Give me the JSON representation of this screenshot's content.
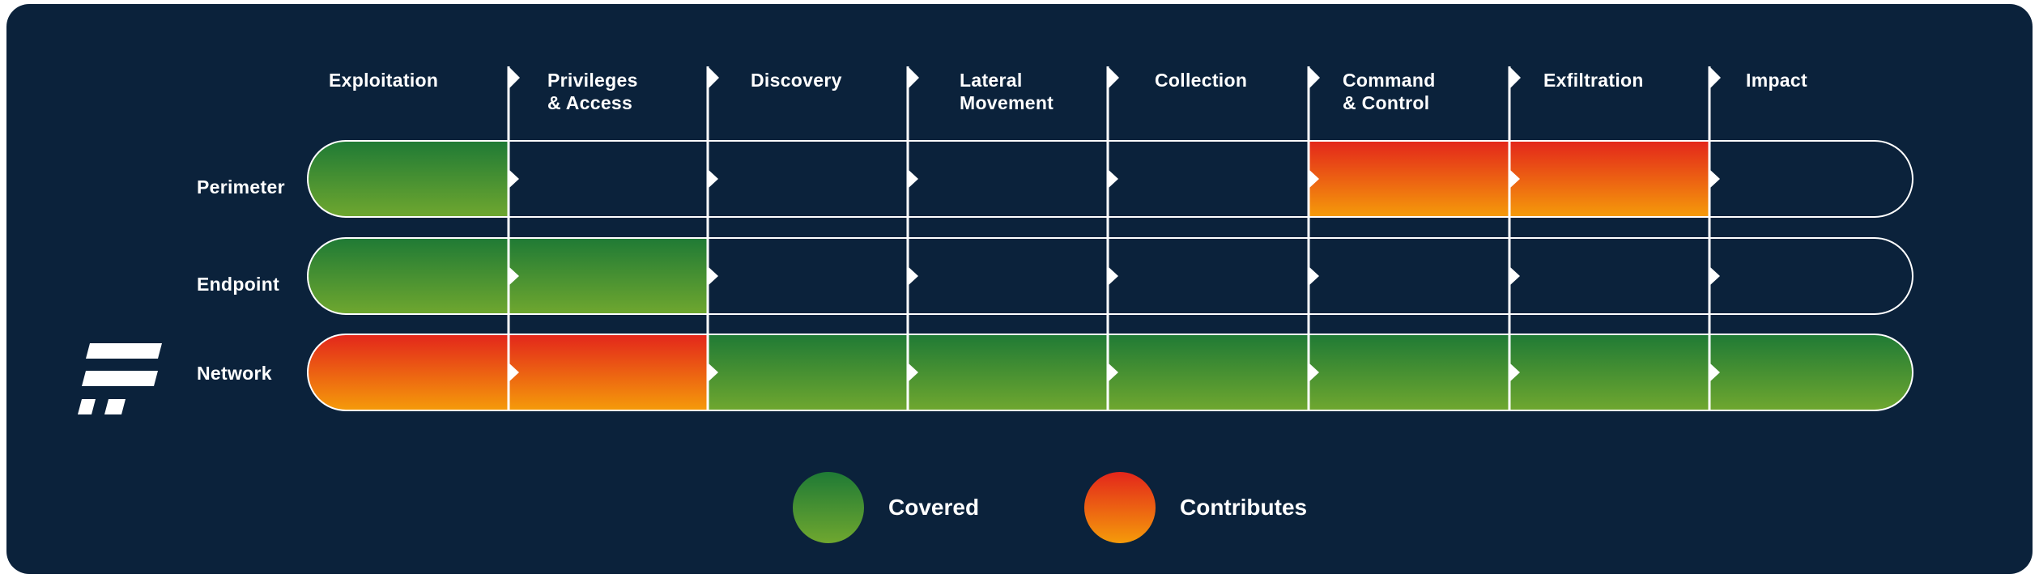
{
  "stages": [
    "Exploitation",
    "Privileges\n& Access",
    "Discovery",
    "Lateral\nMovement",
    "Collection",
    "Command\n& Control",
    "Exfiltration",
    "Impact"
  ],
  "rows": [
    {
      "label": "Perimeter",
      "cells": [
        "covered",
        "none",
        "none",
        "none",
        "none",
        "contributes",
        "contributes",
        "none"
      ]
    },
    {
      "label": "Endpoint",
      "cells": [
        "covered",
        "covered",
        "none",
        "none",
        "none",
        "none",
        "none",
        "none"
      ]
    },
    {
      "label": "Network",
      "cells": [
        "contributes",
        "contributes",
        "covered",
        "covered",
        "covered",
        "covered",
        "covered",
        "covered"
      ]
    }
  ],
  "legend": {
    "covered": "Covered",
    "contributes": "Contributes"
  },
  "colors": {
    "background": "#0b223b",
    "covered_top": "#1f7a35",
    "covered_bottom": "#6fa72f",
    "contributes_top": "#e3261b",
    "contributes_bottom": "#f59b0a",
    "outline": "#ffffff"
  },
  "icons": {
    "logo": "stacked-bars-logo-icon"
  }
}
